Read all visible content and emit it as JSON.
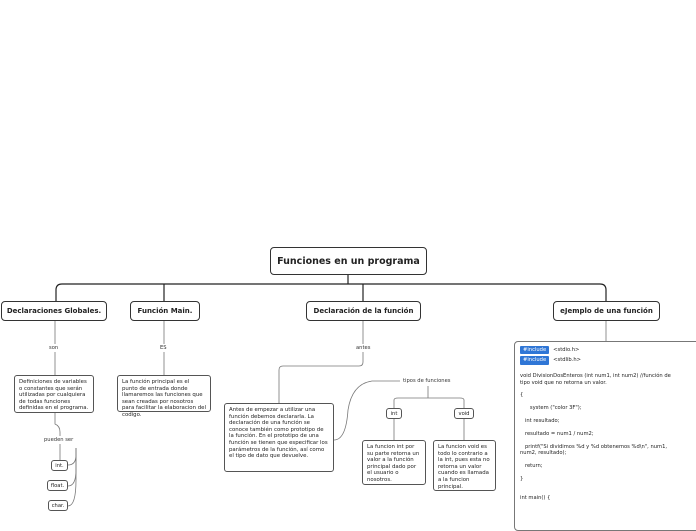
{
  "root": {
    "title": "Funciones en un programa"
  },
  "branches": {
    "globales": {
      "title": "Declaraciones Globales.",
      "link": "son",
      "desc": "Definiciones de variables o constantes que serán utilizadas por cualquiera de todas funciones definidas en el programa.",
      "link2": "pueden ser",
      "types": [
        "int.",
        "float.",
        "char."
      ]
    },
    "main": {
      "title": "Función Main.",
      "link": "ES",
      "desc": "La función principal es el punto de entrada donde llamaremos las funciones que sean creadas por nosotros para facilitar la elaboracion del codigo."
    },
    "declaracion": {
      "title": "Declaración de la función",
      "link": "antes",
      "desc": "Antes de empezar a utilizar una función debemos declararla. La declaración de una función se conoce también como prototipo de la función. En el prototipo de una función se tienen que especificar los parámetros de la función, así como el tipo de dato que devuelve.",
      "link2": "tipos de funciones",
      "int": {
        "label": "int",
        "desc": "La funcion int por su parte retorna un valor a la función principal dado por el usuario o nosotros."
      },
      "void": {
        "label": "void",
        "desc": "La funcion void es todo lo contrario a la int, pues esta no retorna un valor cuando es llamada a la funcion principal."
      }
    },
    "ejemplo": {
      "title": "eJemplo de una función",
      "includes": [
        {
          "tag": "#include",
          "file": "<stdio.h>"
        },
        {
          "tag": "#include",
          "file": "<stdlib.h>"
        }
      ],
      "code": [
        "",
        "void DivisionDosEnteros (int num1, int num2) //función de",
        "tipo void que no retorna un valor.",
        "",
        "{",
        "",
        "      system (\"color 3F\");",
        "",
        "   int resultado;",
        "",
        "   resultado = num1 / num2;",
        "",
        "   printf(\"Si dividimos %d y %d obtenemos %d\\n\", num1,",
        "num2, resultado);",
        "",
        "   return;",
        "",
        "}",
        "",
        "",
        "int main() {"
      ]
    }
  }
}
